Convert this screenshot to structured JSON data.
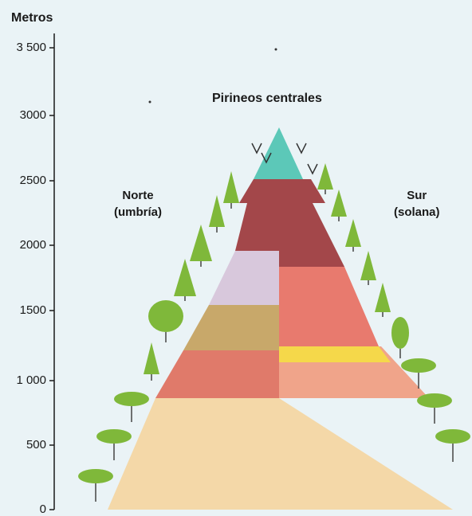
{
  "axis": {
    "title": "Metros",
    "ticks": [
      {
        "label": "0",
        "value": 0
      },
      {
        "label": "500",
        "value": 500
      },
      {
        "label": "1 000",
        "value": 1000
      },
      {
        "label": "1500",
        "value": 1500
      },
      {
        "label": "2000",
        "value": 2000
      },
      {
        "label": "2500",
        "value": 2500
      },
      {
        "label": "3000",
        "value": 3000
      },
      {
        "label": "3 500",
        "value": 3500
      }
    ]
  },
  "diagram": {
    "title": "Pirineos centrales",
    "north_label_line1": "Norte",
    "north_label_line2": "(umbría)",
    "south_label_line1": "Sur",
    "south_label_line2": "(solana)"
  },
  "colors": {
    "snow": "#5cc8b8",
    "alpine_top": "#a0484a",
    "north_upper": "#d8c8d8",
    "north_mid": "#c8a86a",
    "north_low": "#e08070",
    "south_mid": "#e08070",
    "south_yellow": "#f5d84a",
    "base": "#f4d8a8",
    "tree": "#7fb83a"
  }
}
